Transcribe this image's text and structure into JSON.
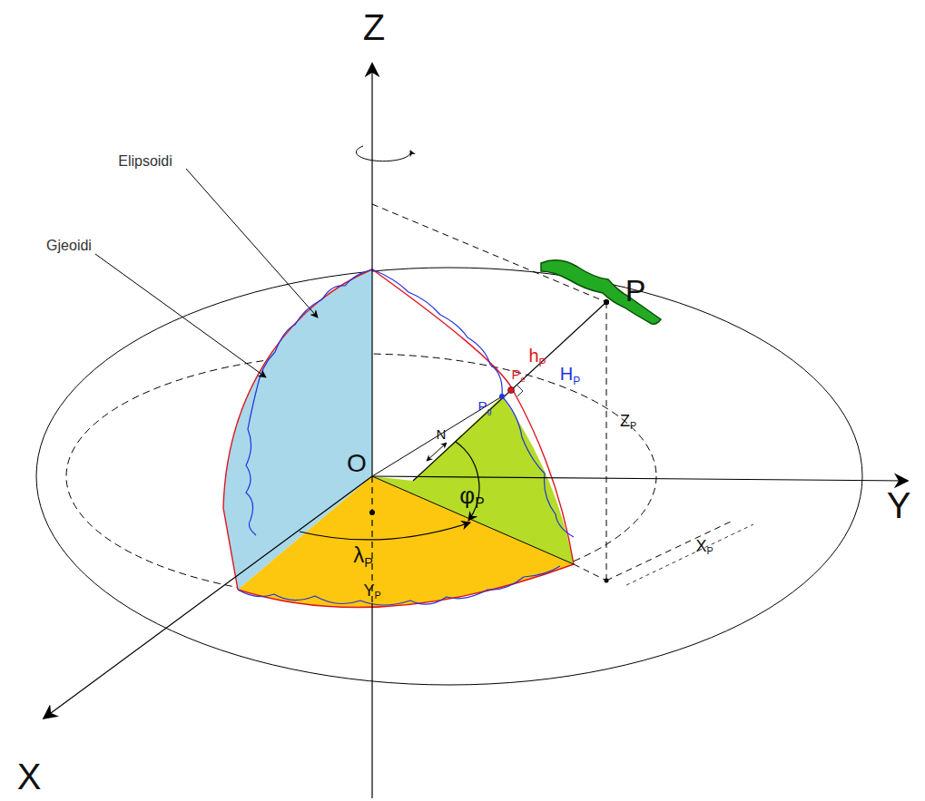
{
  "diagram": {
    "labels": [
      "Z",
      "Y",
      "X",
      "Elipsoidi",
      "Gjeoidi",
      "P",
      "hP",
      "HP",
      "Pe",
      "Pg",
      "O",
      "N",
      "φP",
      "λP",
      "YP",
      "XP",
      "ZP"
    ]
  }
}
